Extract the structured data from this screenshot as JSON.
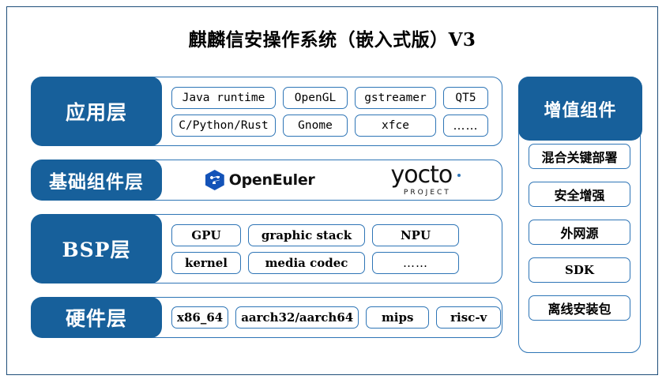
{
  "title": "麒麟信安操作系统（嵌入式版）V3",
  "theme": {
    "header_blue": "#17609b",
    "border_blue": "#2e75b6",
    "frame_blue": "#1f4e79",
    "logo_blue": "#1453b8",
    "background": "#ffffff"
  },
  "layers": [
    {
      "label": "应用层",
      "rows": [
        [
          "Java runtime",
          "OpenGL",
          "gstreamer",
          "QT5"
        ],
        [
          "C/Python/Rust",
          "Gnome",
          "xfce",
          "……"
        ]
      ]
    },
    {
      "label": "基础组件层",
      "logos": [
        {
          "name": "openeuler-logo",
          "text": "OpenEuler"
        },
        {
          "name": "yocto-logo",
          "text": "yocto",
          "subtext": "PROJECT"
        }
      ]
    },
    {
      "label": "BSP层",
      "rows": [
        [
          "GPU",
          "graphic stack",
          "NPU"
        ],
        [
          "kernel",
          "media codec",
          "……"
        ]
      ]
    },
    {
      "label": "硬件层",
      "rows": [
        [
          "x86_64",
          "aarch32/aarch64",
          "mips",
          "risc-v"
        ]
      ]
    }
  ],
  "right_column": {
    "header": "增值组件",
    "items": [
      "混合关键部署",
      "安全增强",
      "外网源",
      "SDK",
      "离线安装包"
    ]
  }
}
